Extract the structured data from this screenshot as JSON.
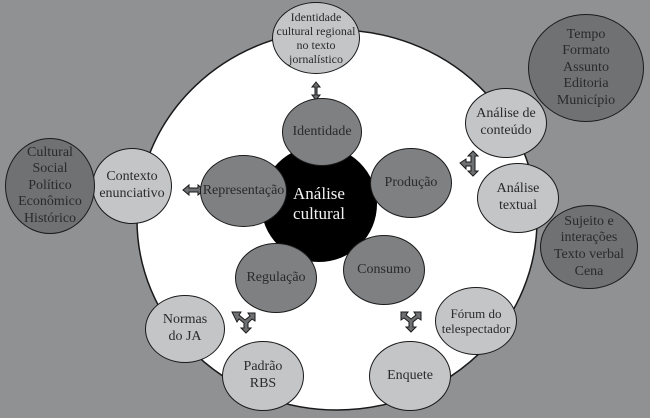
{
  "diagram": {
    "type": "concept-map",
    "core": {
      "label": "Análise\ncultural"
    },
    "inner_nodes": [
      {
        "id": "identidade",
        "label": "Identidade"
      },
      {
        "id": "producao",
        "label": "Produção"
      },
      {
        "id": "consumo",
        "label": "Consumo"
      },
      {
        "id": "regulacao",
        "label": "Regulação"
      },
      {
        "id": "representacao",
        "label": "Representação"
      }
    ],
    "outer_nodes": [
      {
        "id": "identidade-regional",
        "label": "Identidade\ncultural regional\nno texto\njornalístico",
        "links_to": "identidade"
      },
      {
        "id": "analise-conteudo",
        "label": "Análise de\nconteúdo",
        "links_to": "producao"
      },
      {
        "id": "analise-textual",
        "label": "Análise\ntextual",
        "links_to": "producao"
      },
      {
        "id": "forum",
        "label": "Fórum do\ntelespectador",
        "links_to": "consumo"
      },
      {
        "id": "enquete",
        "label": "Enquete",
        "links_to": "consumo"
      },
      {
        "id": "normas",
        "label": "Normas\ndo JA",
        "links_to": "regulacao"
      },
      {
        "id": "padrao",
        "label": "Padrão\nRBS",
        "links_to": "regulacao"
      },
      {
        "id": "contexto",
        "label": "Contexto\nenunciativo",
        "links_to": "representacao"
      }
    ],
    "detail_nodes": [
      {
        "id": "conteudo-detail",
        "label": "Tempo\nFormato\nAssunto\nEditoria\nMunicípio",
        "attached_to": "analise-conteudo"
      },
      {
        "id": "textual-detail",
        "label": "Sujeito e\ninterações\nTexto verbal\nCena",
        "attached_to": "analise-textual"
      },
      {
        "id": "contexto-detail",
        "label": "Cultural\nSocial\nPolítico\nEconômico\nHistórico",
        "attached_to": "contexto"
      }
    ],
    "colors": {
      "background": "#8f9193",
      "ring": "#ffffff",
      "core": "#000000",
      "inner": "#7e8082",
      "outer": "#c4c5c6",
      "detail": "#6f7173",
      "arrow": "#6e7072"
    }
  }
}
